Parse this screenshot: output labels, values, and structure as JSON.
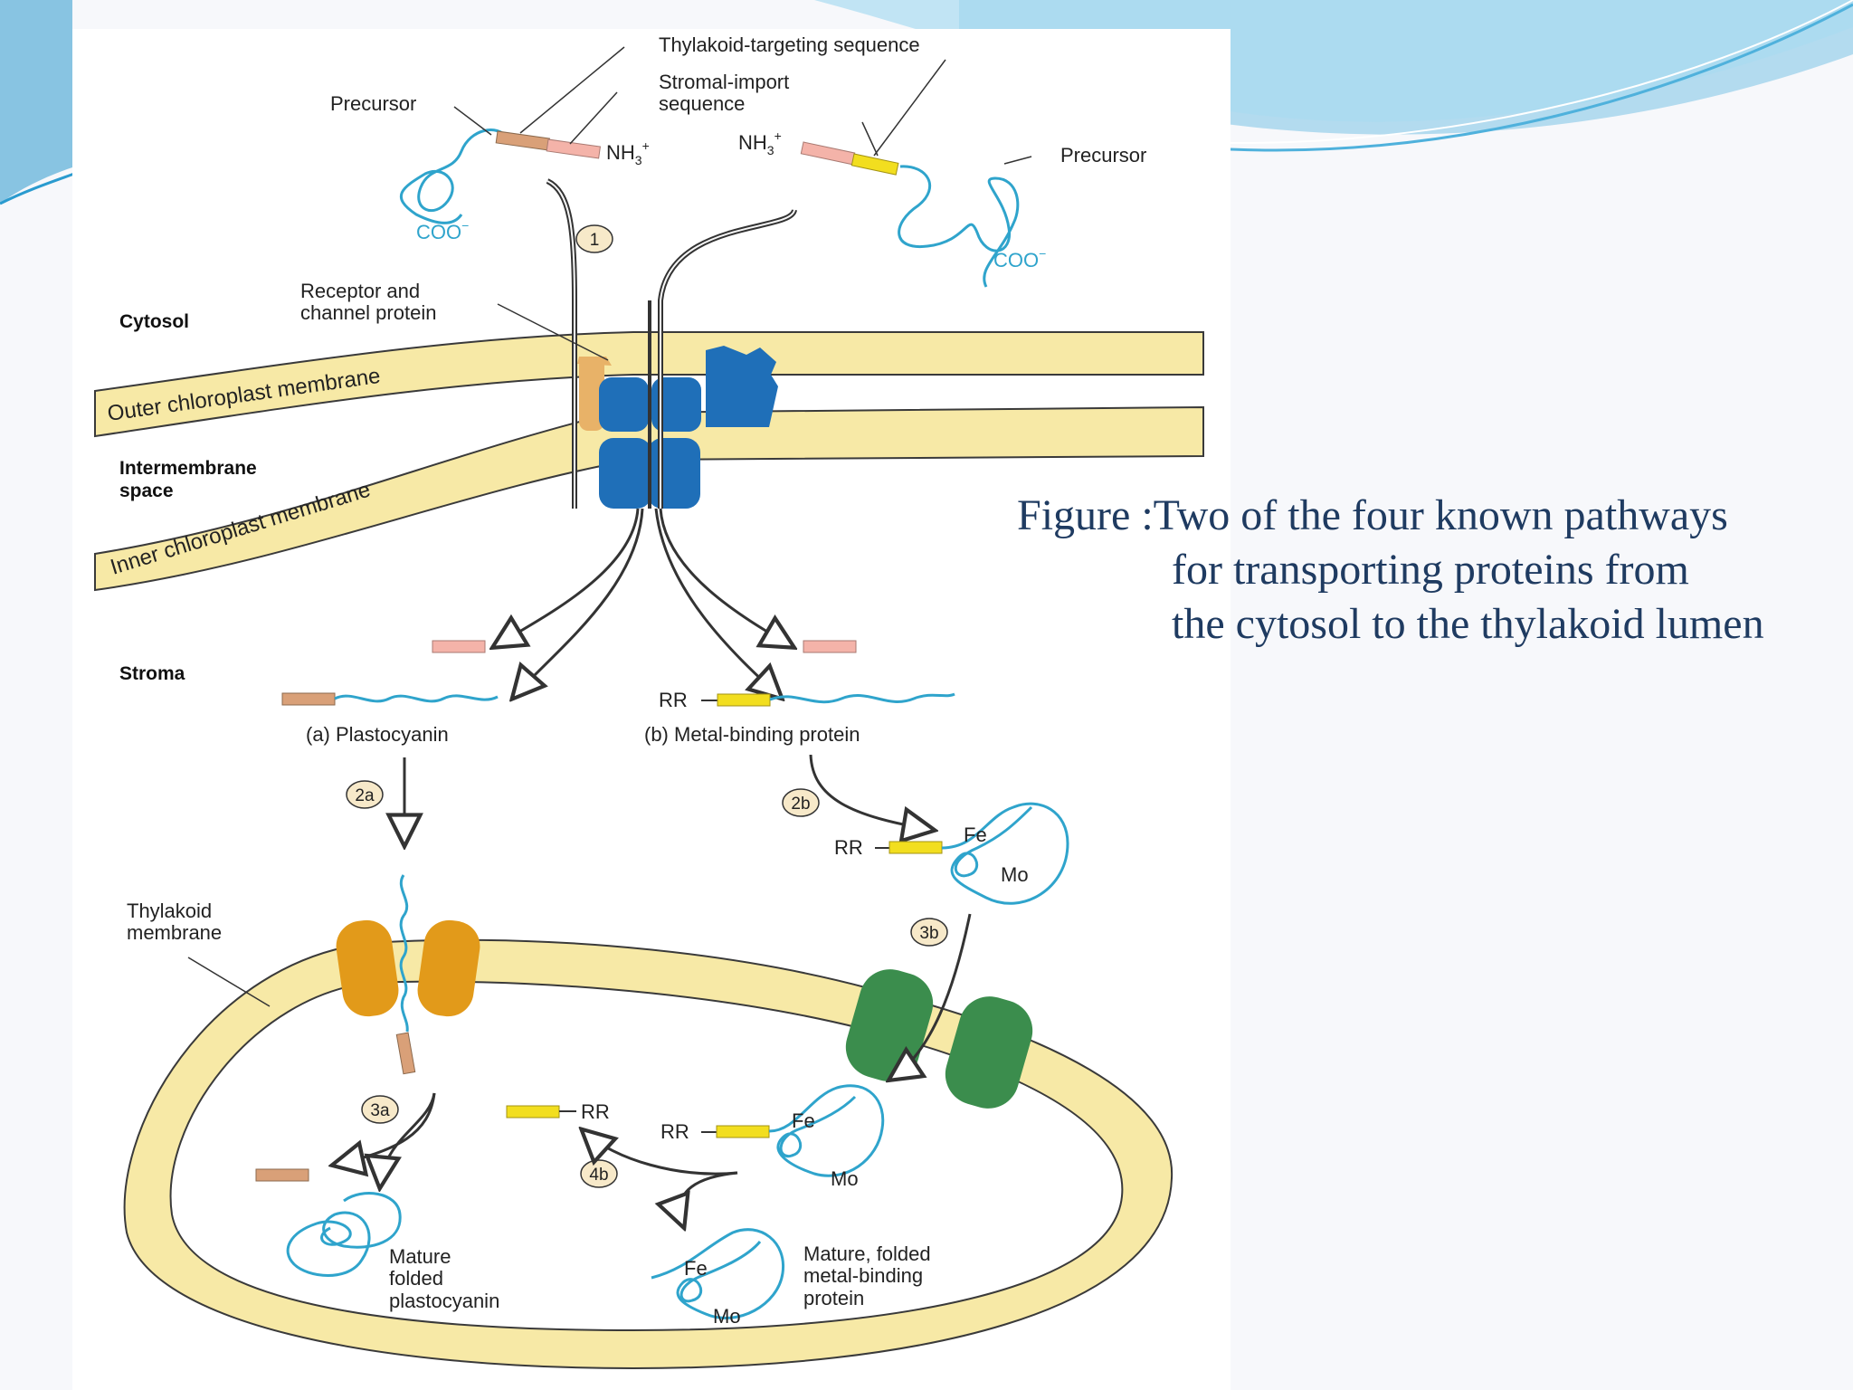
{
  "caption": {
    "line1": "Figure :Two of the four known pathways",
    "line2": "for transporting proteins from",
    "line3": "the cytosol to the thylakoid lumen"
  },
  "diagram": {
    "labels": {
      "thylakoid_targeting": "Thylakoid-targeting sequence",
      "stromal_import_1": "Stromal-import",
      "stromal_import_2": "sequence",
      "precursor_left": "Precursor",
      "precursor_right": "Precursor",
      "nh3_left": "NH",
      "nh3_right": "NH",
      "coo_left": "COO",
      "coo_right": "COO",
      "receptor_1": "Receptor and",
      "receptor_2": "channel protein",
      "cytosol": "Cytosol",
      "outer_membrane": "Outer chloroplast membrane",
      "intermembrane_1": "Intermembrane",
      "intermembrane_2": "space",
      "inner_membrane": "Inner chloroplast membrane",
      "stroma": "Stroma",
      "plastocyanin": "(a)  Plastocyanin",
      "metal_binding": "(b)  Metal-binding protein",
      "rr_1": "RR",
      "rr_2": "RR",
      "rr_3": "RR",
      "rr_4": "RR",
      "fe_1": "Fe",
      "fe_2": "Fe",
      "fe_3": "Fe",
      "mo_1": "Mo",
      "mo_2": "Mo",
      "mo_3": "Mo",
      "thylakoid_membrane_1": "Thylakoid",
      "thylakoid_membrane_2": "membrane",
      "mature_plasto_1": "Mature",
      "mature_plasto_2": "folded",
      "mature_plasto_3": "plastocyanin",
      "mature_metal_1": "Mature, folded",
      "mature_metal_2": "metal-binding",
      "mature_metal_3": "protein"
    },
    "steps": {
      "s1": "1",
      "s2a": "2a",
      "s2b": "2b",
      "s3a": "3a",
      "s3b": "3b",
      "s4b": "4b"
    },
    "colors": {
      "membrane": "#f7e9a6",
      "membrane_edge": "#3a3a3a",
      "channel_blue": "#1f6fb8",
      "orange_channel": "#e29a1a",
      "green_channel": "#3b8d4d",
      "protein_line": "#2fa4cc",
      "stromal_seq": "#f4b3a9",
      "thylakoid_seq": "#d9a078",
      "rr_seq": "#f2de1f",
      "caption_text": "#1f3b61"
    }
  }
}
